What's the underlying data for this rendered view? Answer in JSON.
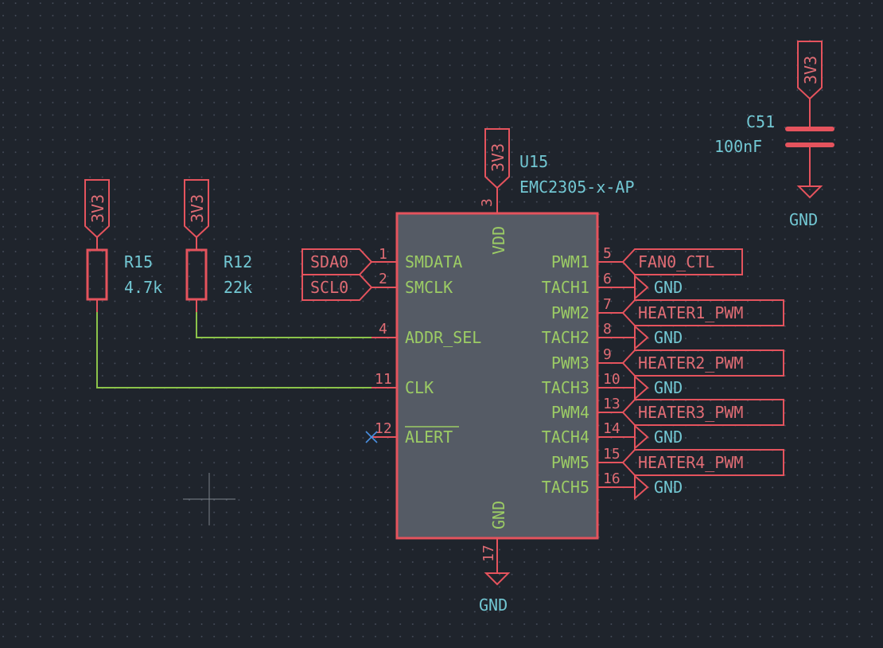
{
  "schematic": {
    "colors": {
      "background": "#1f242c",
      "component": "#e5535d",
      "wire": "#8bc34a",
      "reference": "#72c7d3",
      "ic_body": "#555b65"
    },
    "ic": {
      "reference": "U15",
      "value": "EMC2305-x-AP",
      "pins": {
        "vdd": {
          "number": "3",
          "name": "VDD"
        },
        "gnd": {
          "number": "17",
          "name": "GND"
        },
        "smdata": {
          "number": "1",
          "name": "SMDATA"
        },
        "smclk": {
          "number": "2",
          "name": "SMCLK"
        },
        "addr_sel": {
          "number": "4",
          "name": "ADDR_SEL"
        },
        "clk": {
          "number": "11",
          "name": "CLK"
        },
        "alert": {
          "number": "12",
          "name": "ALERT"
        },
        "pwm1": {
          "number": "5",
          "name": "PWM1"
        },
        "tach1": {
          "number": "6",
          "name": "TACH1"
        },
        "pwm2": {
          "number": "7",
          "name": "PWM2"
        },
        "tach2": {
          "number": "8",
          "name": "TACH2"
        },
        "pwm3": {
          "number": "9",
          "name": "PWM3"
        },
        "tach3": {
          "number": "10",
          "name": "TACH3"
        },
        "pwm4": {
          "number": "13",
          "name": "PWM4"
        },
        "tach4": {
          "number": "14",
          "name": "TACH4"
        },
        "pwm5": {
          "number": "15",
          "name": "PWM5"
        },
        "tach5": {
          "number": "16",
          "name": "TACH5"
        }
      }
    },
    "nets": {
      "sda": "SDA0",
      "scl": "SCL0",
      "fan0": "FAN0_CTL",
      "heater1": "HEATER1_PWM",
      "heater2": "HEATER2_PWM",
      "heater3": "HEATER3_PWM",
      "heater4": "HEATER4_PWM"
    },
    "power": {
      "supply": "3V3",
      "ground": "GND"
    },
    "r15": {
      "reference": "R15",
      "value": "4.7k"
    },
    "r12": {
      "reference": "R12",
      "value": "22k"
    },
    "c51": {
      "reference": "C51",
      "value": "100nF"
    }
  }
}
